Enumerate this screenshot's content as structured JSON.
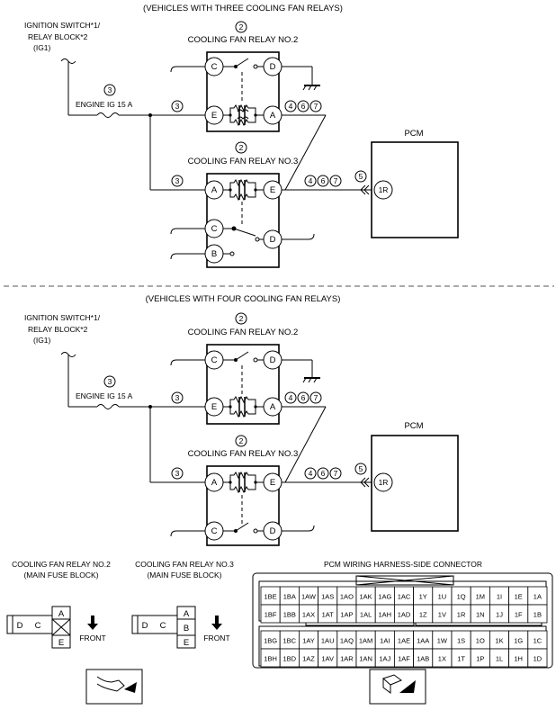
{
  "top": {
    "heading": "(VEHICLES WITH THREE COOLING FAN RELAYS)",
    "ign_label_1": "IGNITION SWITCH*1/",
    "ign_label_2": "RELAY BLOCK*2",
    "ign_label_3": "(IG1)",
    "fuse_label": "ENGINE IG 15 A",
    "relay2_label": "COOLING FAN RELAY NO.2",
    "relay3_label": "COOLING FAN RELAY NO.3",
    "pcm_label": "PCM",
    "pcm_pin": "1R"
  },
  "bottom": {
    "heading": "(VEHICLES WITH FOUR COOLING FAN RELAYS)",
    "ign_label_1": "IGNITION SWITCH*1/",
    "ign_label_2": "RELAY BLOCK*2",
    "ign_label_3": "(IG1)",
    "fuse_label": "ENGINE IG 15 A",
    "relay2_label": "COOLING FAN RELAY NO.2",
    "relay3_label": "COOLING FAN RELAY NO.3",
    "pcm_label": "PCM",
    "pcm_pin": "1R"
  },
  "markers": {
    "n2": "2",
    "n3": "3",
    "n4": "4",
    "n5": "5",
    "n6": "6",
    "n7": "7"
  },
  "terminals": {
    "A": "A",
    "B": "B",
    "C": "C",
    "D": "D",
    "E": "E"
  },
  "connectors": {
    "relay2_title_1": "COOLING FAN RELAY NO.2",
    "relay2_title_2": "(MAIN FUSE BLOCK)",
    "relay3_title_1": "COOLING FAN RELAY NO.3",
    "relay3_title_2": "(MAIN FUSE BLOCK)",
    "front": "FRONT",
    "pcm_title": "PCM WIRING HARNESS-SIDE CONNECTOR",
    "pcm_rows": [
      [
        "1BE",
        "1BA",
        "1AW",
        "1AS",
        "1AO",
        "1AK",
        "1AG",
        "1AC",
        "1Y",
        "1U",
        "1Q",
        "1M",
        "1I",
        "1E",
        "1A"
      ],
      [
        "1BF",
        "1BB",
        "1AX",
        "1AT",
        "1AP",
        "1AL",
        "1AH",
        "1AD",
        "1Z",
        "1V",
        "1R",
        "1N",
        "1J",
        "1F",
        "1B"
      ],
      [
        "1BG",
        "1BC",
        "1AY",
        "1AU",
        "1AQ",
        "1AM",
        "1AI",
        "1AE",
        "1AA",
        "1W",
        "1S",
        "1O",
        "1K",
        "1G",
        "1C"
      ],
      [
        "1BH",
        "1BD",
        "1AZ",
        "1AV",
        "1AR",
        "1AN",
        "1AJ",
        "1AF",
        "1AB",
        "1X",
        "1T",
        "1P",
        "1L",
        "1H",
        "1D"
      ]
    ]
  }
}
